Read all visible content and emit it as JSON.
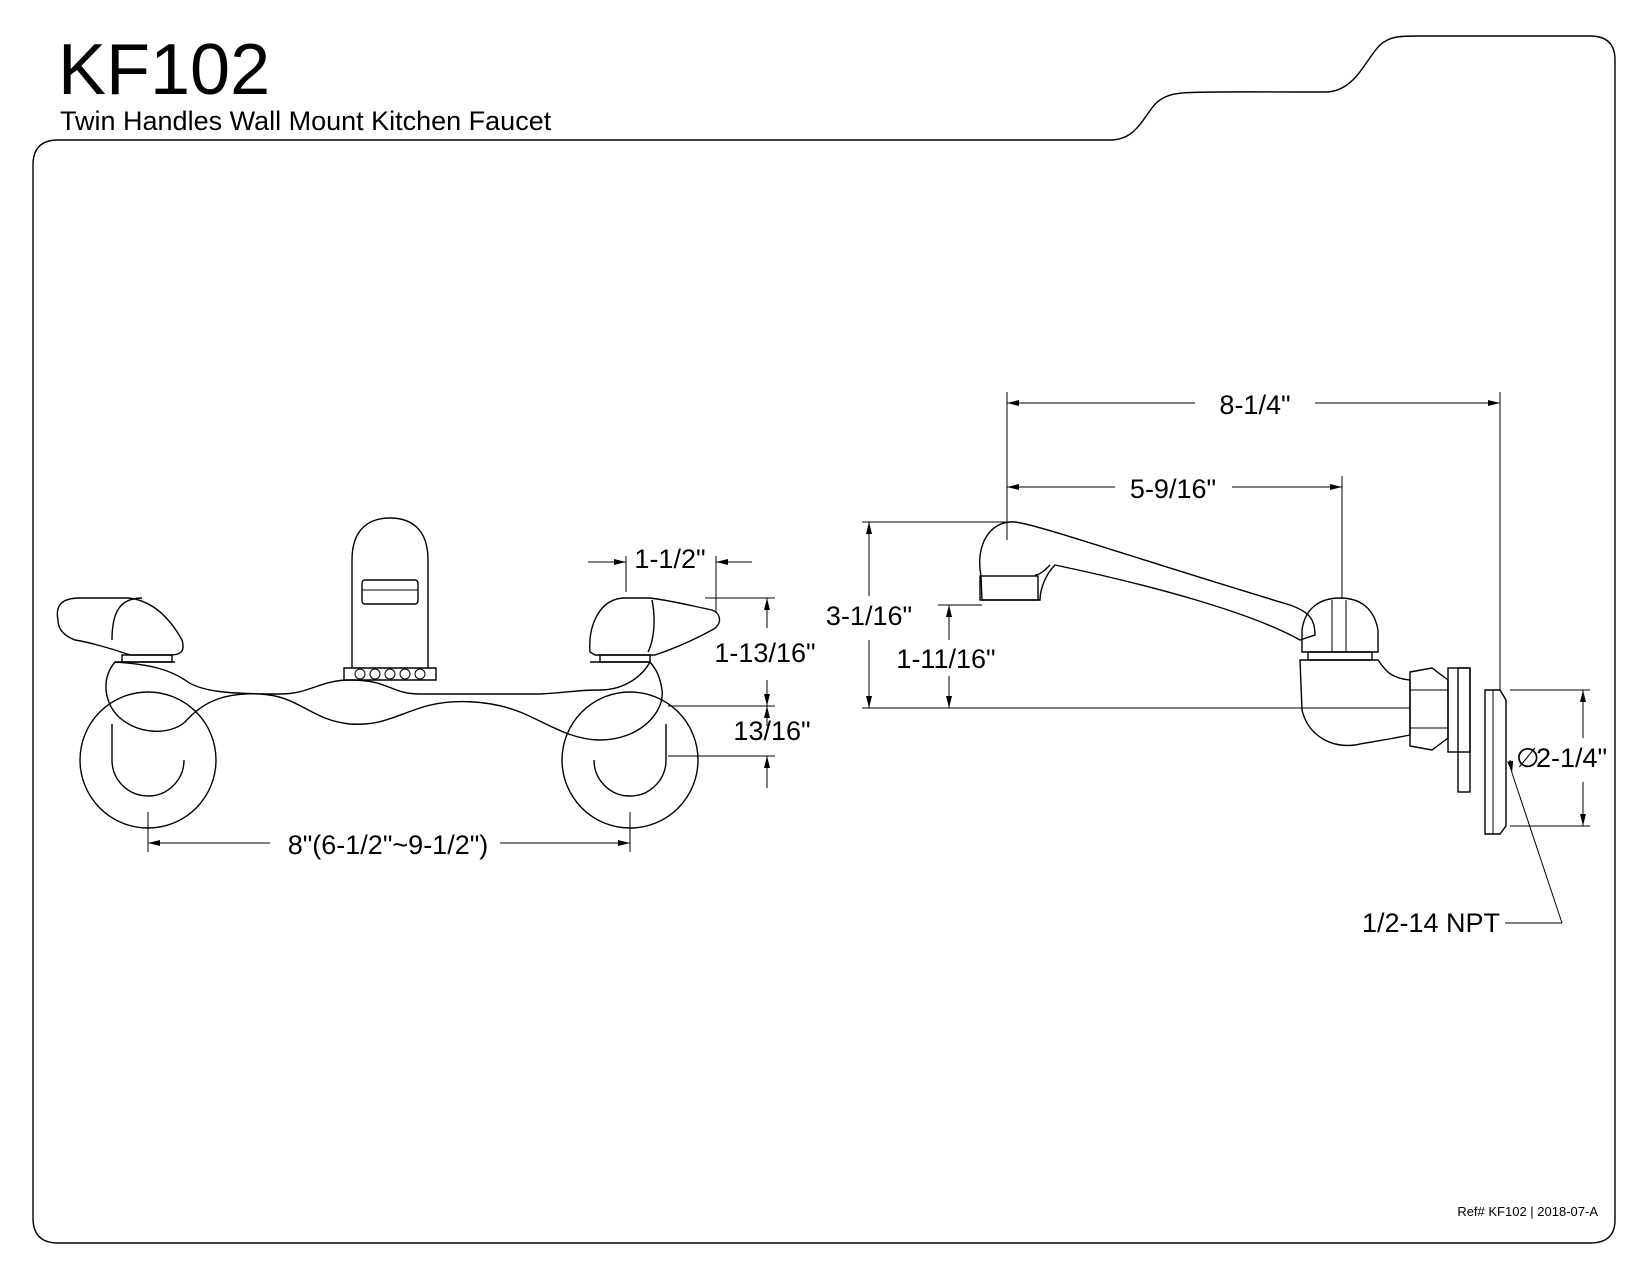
{
  "header": {
    "model": "KF102",
    "description": "Twin Handles Wall Mount Kitchen Faucet"
  },
  "front_view": {
    "handle_width": "1-1/2\"",
    "handle_height": "1-13/16\"",
    "inlet_offset": "13/16\"",
    "center_spread": "8\"(6-1/2\"~9-1/2\")"
  },
  "side_view": {
    "overall_reach": "8-1/4\"",
    "spout_reach": "5-9/16\"",
    "overall_height": "3-1/16\"",
    "spout_height": "1-11/16\"",
    "flange_diameter": "2-1/4\"",
    "diameter_symbol": "∅",
    "thread_spec": "1/2-14 NPT"
  },
  "footer": {
    "reference": "Ref# KF102 | 2018-07-A"
  }
}
